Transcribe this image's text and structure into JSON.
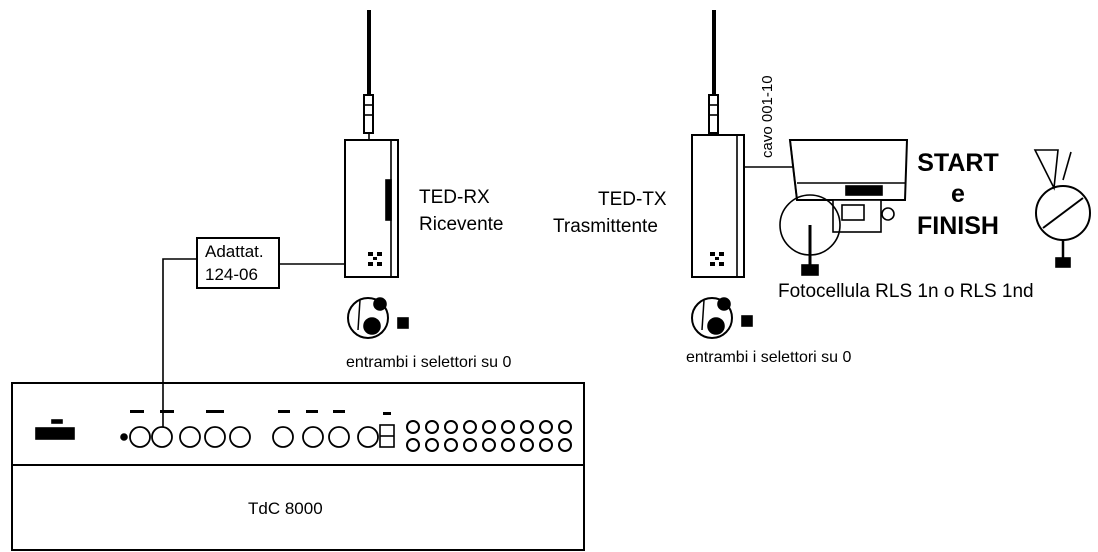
{
  "labels": {
    "adapter_line1": "Adattat.",
    "adapter_line2": "124-06",
    "rx_name": "TED-RX",
    "rx_desc": "Ricevente",
    "tx_name": "TED-TX",
    "tx_desc": "Trasmittente",
    "cable": "cavo 001-10",
    "start": "START",
    "and": "e",
    "finish": "FINISH",
    "photocell": "Fotocellula RLS 1n o RLS 1nd",
    "selector_note_rx": "entrambi i selettori su 0",
    "selector_note_tx": "entrambi i selettori su 0",
    "timer": "TdC 8000"
  },
  "colors": {
    "stroke": "#000000",
    "background": "#ffffff"
  }
}
